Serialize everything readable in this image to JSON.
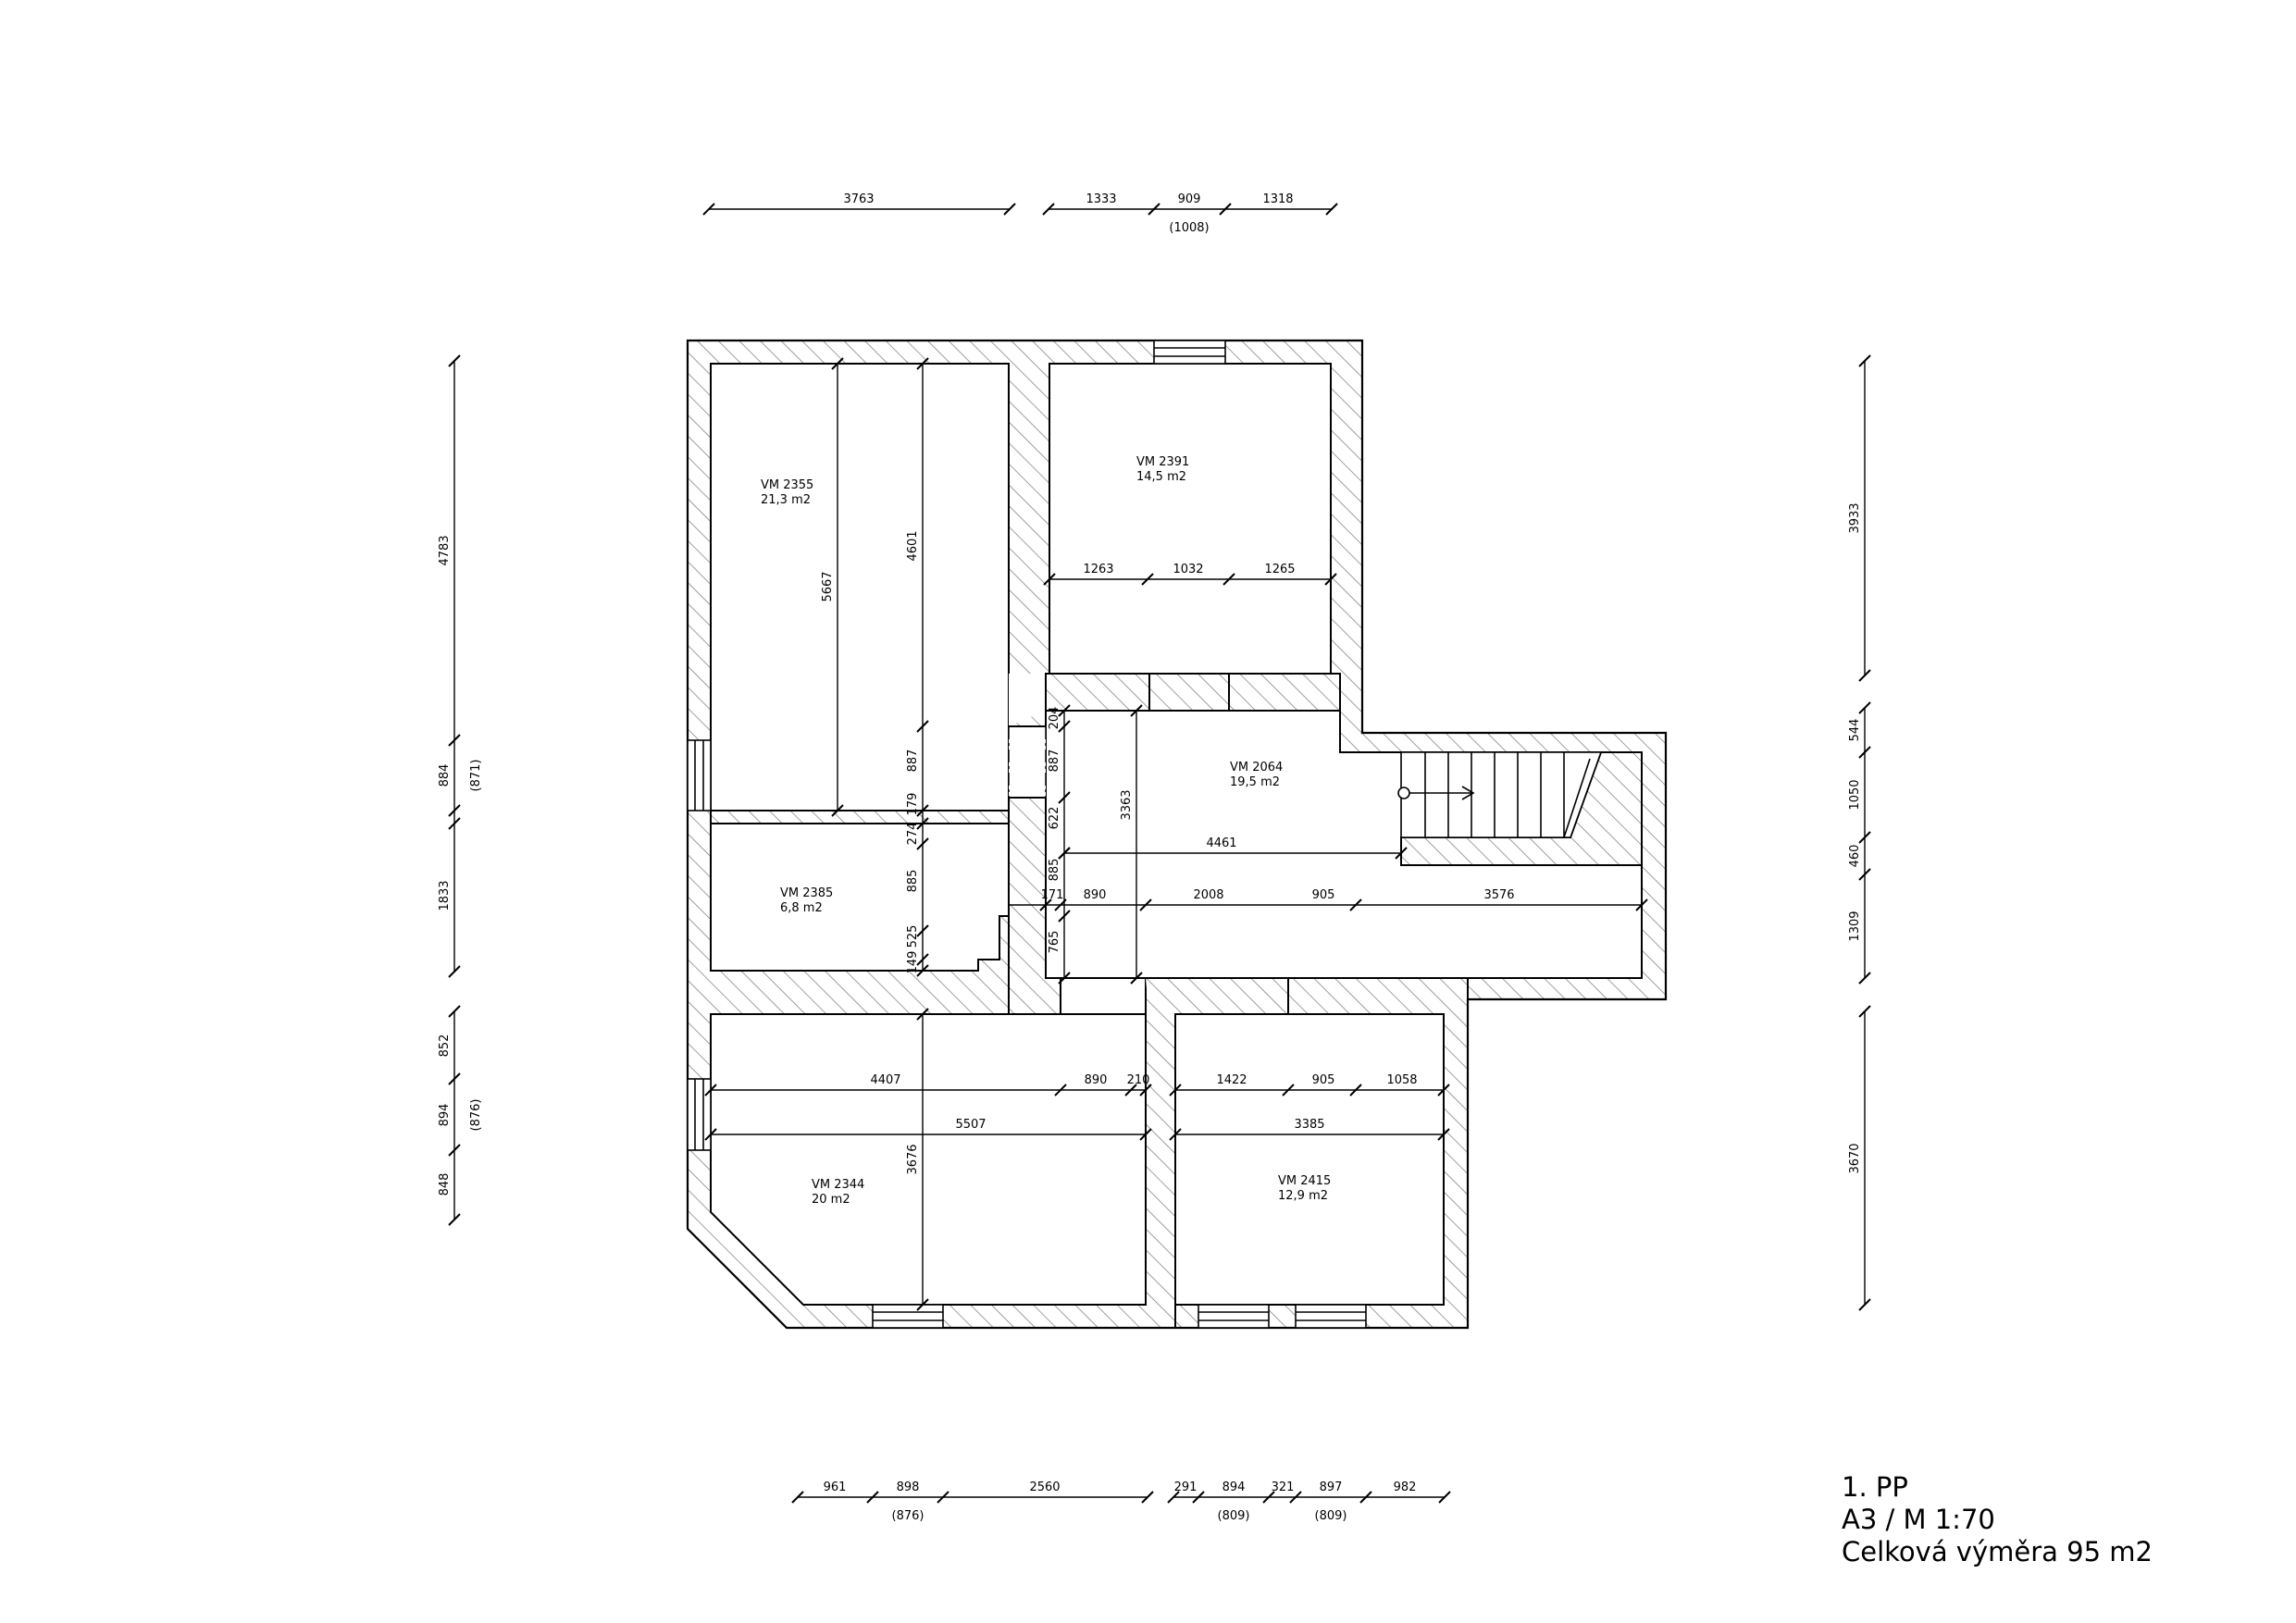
{
  "title": {
    "floor": "1. PP",
    "sheet": "A3 / M 1:70",
    "area": "Celková výměra 95 m2"
  },
  "rooms": [
    {
      "id": "VM 2355",
      "area": "21,3 m2"
    },
    {
      "id": "VM 2391",
      "area": "14,5 m2"
    },
    {
      "id": "VM 2064",
      "area": "19,5 m2"
    },
    {
      "id": "VM 2385",
      "area": "6,8 m2"
    },
    {
      "id": "VM 2344",
      "area": "20 m2"
    },
    {
      "id": "VM 2415",
      "area": "12,9 m2"
    }
  ],
  "dimensions": {
    "top": [
      "3763",
      "1333",
      "909",
      "1318",
      "(1008)"
    ],
    "bottom": [
      "961",
      "898",
      "2560",
      "291",
      "894",
      "321",
      "897",
      "982",
      "(876)",
      "(809)",
      "(809)"
    ],
    "left": [
      "4783",
      "884",
      "(871)",
      "1833",
      "852",
      "894",
      "(876)",
      "848"
    ],
    "right": [
      "3933",
      "544",
      "1050",
      "460",
      "1309",
      "3670"
    ],
    "interior": [
      "5667",
      "4601",
      "887",
      "179",
      "274",
      "885",
      "525",
      "149",
      "1263",
      "1032",
      "1265",
      "204",
      "887",
      "622",
      "885",
      "765",
      "3363",
      "4461",
      "171",
      "890",
      "2008",
      "905",
      "3576",
      "4407",
      "890",
      "210",
      "5507",
      "3676",
      "1422",
      "905",
      "1058",
      "3385"
    ]
  }
}
